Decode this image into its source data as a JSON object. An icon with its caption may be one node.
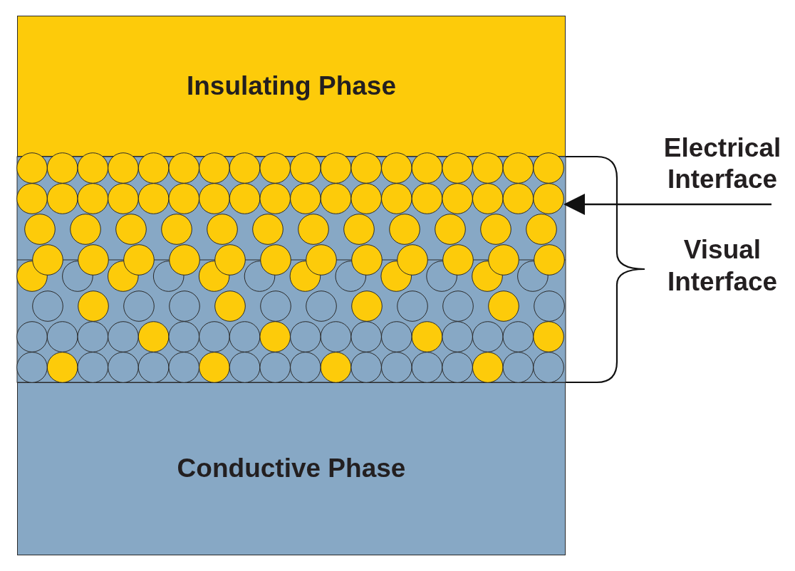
{
  "diagram": {
    "nodes": [
      {
        "text": [
          "Insulating Phase"
        ]
      },
      {
        "text": [
          "Conductive Phase"
        ]
      },
      {
        "text": [
          "Electrical Interface"
        ]
      },
      {
        "text": [],
        "shape": "picture"
      }
    ],
    "edges": [
      {
        "from": 2,
        "to": 3,
        "arrow": "to"
      }
    ],
    "labels": [
      "Visual Interface"
    ]
  }
}
